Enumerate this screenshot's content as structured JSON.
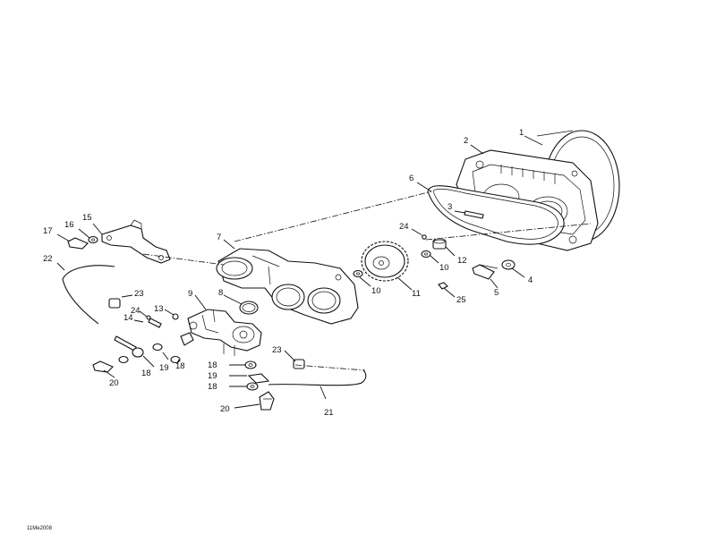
{
  "drawing_code": "11Me2008",
  "callouts": [
    "1",
    "2",
    "3",
    "4",
    "5",
    "6",
    "7",
    "8",
    "9",
    "10",
    "10",
    "11",
    "12",
    "13",
    "14",
    "15",
    "16",
    "17",
    "18",
    "18",
    "18",
    "18",
    "19",
    "19",
    "20",
    "20",
    "21",
    "22",
    "23",
    "23",
    "24",
    "24",
    "25"
  ]
}
